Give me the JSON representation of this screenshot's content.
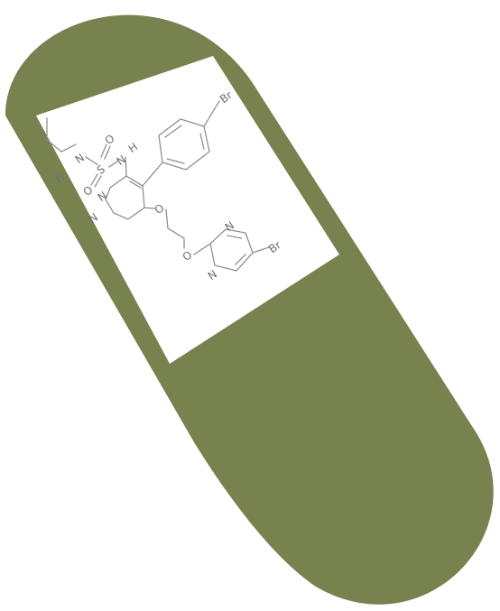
{
  "colors": {
    "capsule_fill": "#77824e",
    "window_fill": "#ffffff",
    "structure_stroke": "#8a8a8a",
    "label_fill": "#6f6f6f"
  },
  "molecule": {
    "atoms": {
      "br_top": "Br",
      "h_sulfonamide": "H",
      "o_upper": "O",
      "n_upper": "N",
      "n_left": "N",
      "s": "S",
      "h_left": "H",
      "o_lower": "O",
      "n_pyr_a": "N",
      "n_pyr_b": "N",
      "o_ether_1": "O",
      "n_bpyr_top": "N",
      "o_ether_2": "O",
      "br_right": "Br",
      "n_bpyr_bottom": "N"
    }
  }
}
